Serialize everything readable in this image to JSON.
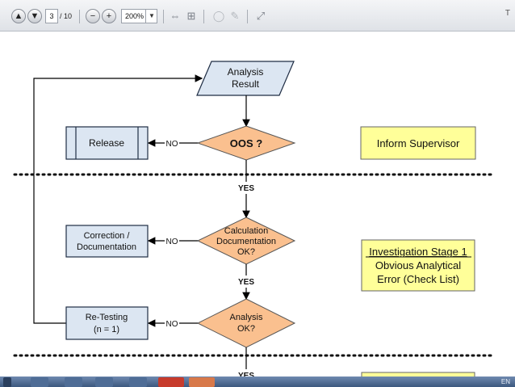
{
  "toolbar": {
    "current_page": "3",
    "page_total": "/ 10",
    "zoom": "200%",
    "icons": [
      "arrow-up-icon",
      "arrow-down-icon",
      "zoom-out-icon",
      "zoom-in-icon",
      "fit-width-icon",
      "fit-page-icon",
      "comment-icon",
      "highlight-icon",
      "expand-icon"
    ],
    "right_label": "T"
  },
  "diagram": {
    "analysis_result": [
      "Analysis",
      "Result"
    ],
    "oos": "OOS ?",
    "release": "Release",
    "inform_supervisor": "Inform Supervisor",
    "no_label": "NO",
    "yes_label": "YES",
    "correction": [
      "Correction /",
      "Documentation"
    ],
    "calc_doc": [
      "Calculation",
      "Documentation",
      "OK?"
    ],
    "investigation_title": "Investigation Stage 1",
    "investigation_body": [
      "Obvious Analytical",
      "Error (Check List)"
    ],
    "retesting": [
      "Re-Testing",
      "(n = 1)"
    ],
    "analysis_ok": [
      "Analysis",
      "OK?"
    ],
    "colors": {
      "process_fill": "#dce6f2",
      "process_stroke": "#1f2d44",
      "decision_fill": "#fac08f",
      "decision_stroke": "#555555",
      "note_fill": "#ffff99",
      "note_stroke": "#666666"
    }
  },
  "taskbar": {
    "tray_text": "EN"
  }
}
